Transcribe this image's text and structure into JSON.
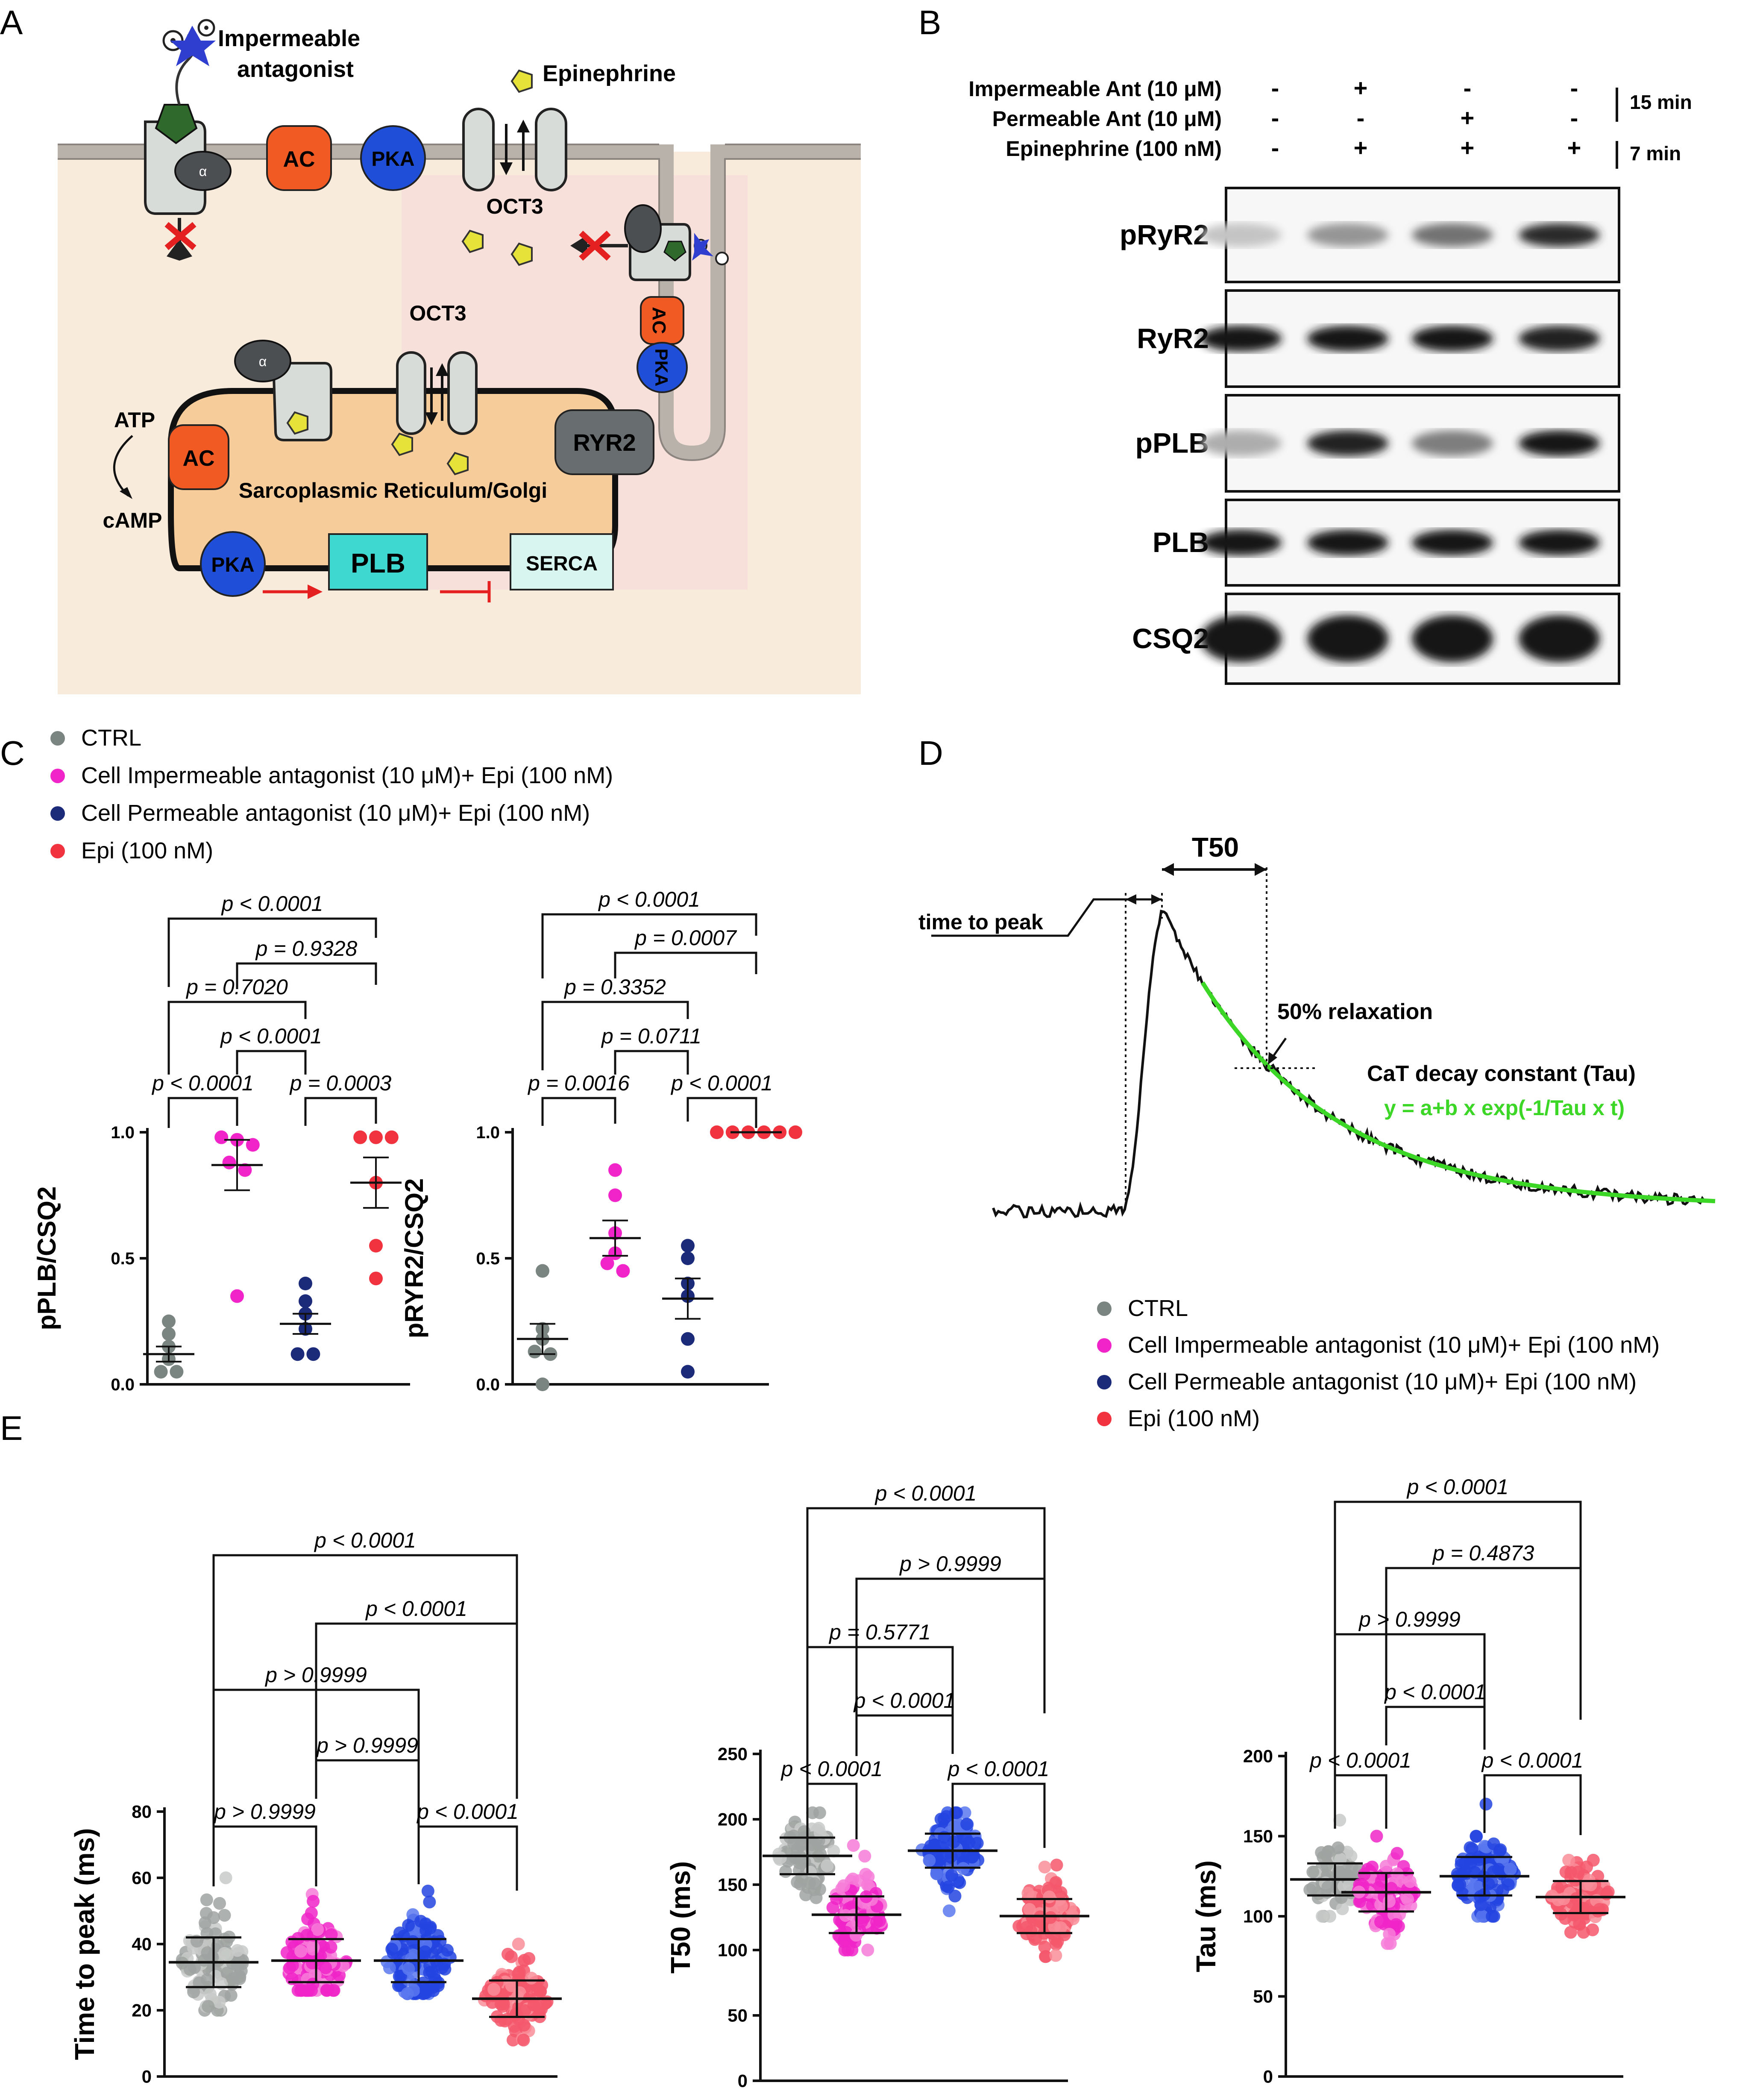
{
  "panel_letters": {
    "a": "A",
    "b": "B",
    "c": "C",
    "d": "D",
    "e": "E"
  },
  "colors": {
    "ctrl": "#7a8581",
    "imperm": "#f024c8",
    "perm": "#1c2a7a",
    "epi": "#f0333e",
    "ctrl_e": "#9fa3a1",
    "perm_e": "#2344e0",
    "epi_e": "#f4576b",
    "fit": "#3cd626",
    "ac": "#f25a24",
    "pka": "#1f4fd8",
    "plb": "#3fd8d0",
    "serca": "#d8f5f0",
    "ryr2": "#686d70",
    "sr": "#f6cc9a",
    "cell": "#f8ebdc"
  },
  "diagram": {
    "impermeable_antagonist": "Impermeable\nantagonist",
    "epinephrine": "Epinephrine",
    "ac": "AC",
    "pka": "PKA",
    "oct3": "OCT3",
    "alpha": "α",
    "atp": "ATP",
    "camp": "cAMP",
    "sr_label": "Sarcoplasmic Reticulum/Golgi",
    "ryr2": "RYR2",
    "plb": "PLB",
    "serca": "SERCA"
  },
  "blot": {
    "rows": [
      {
        "label": "Impermeable Ant (10 μM)",
        "signs": [
          "-",
          "+",
          "-",
          "-"
        ]
      },
      {
        "label": "Permeable Ant (10 μM)",
        "signs": [
          "-",
          "-",
          "+",
          "-"
        ]
      },
      {
        "label": "Epinephrine (100 nM)",
        "signs": [
          "-",
          "+",
          "+",
          "+"
        ]
      }
    ],
    "time_15": "15 min",
    "time_7": "7 min",
    "bands": [
      {
        "label": "pRyR2",
        "intensity": [
          0.25,
          0.45,
          0.6,
          0.9
        ]
      },
      {
        "label": "RyR2",
        "intensity": [
          1,
          1,
          1,
          0.95
        ]
      },
      {
        "label": "pPLB",
        "intensity": [
          0.35,
          0.95,
          0.55,
          1
        ]
      },
      {
        "label": "PLB",
        "intensity": [
          1,
          1,
          1,
          1
        ]
      },
      {
        "label": "CSQ2",
        "intensity": [
          1,
          1,
          1,
          1
        ]
      }
    ]
  },
  "legend_c": [
    "CTRL",
    "Cell Impermeable antagonist (10 μM)+ Epi (100 nM)",
    "Cell Permeable antagonist (10 μM)+ Epi (100 nM)",
    "Epi (100 nM)"
  ],
  "legend_d": [
    "CTRL",
    "Cell Impermeable antagonist (10 μM)+ Epi (100 nM)",
    "Cell Permeable antagonist (10 μM)+ Epi (100 nM)",
    "Epi (100 nM)"
  ],
  "trace": {
    "t50": "T50",
    "time_to_peak": "time to peak",
    "relax": "50% relaxation",
    "tau_label": "CaT decay constant (Tau)",
    "equation": "y = a+b x exp(-1/Tau x t)"
  },
  "chart_data": [
    {
      "type": "scatter",
      "id": "pplb",
      "ylabel": "pPLB/CSQ2",
      "ylim": [
        0,
        1.0
      ],
      "yticks": [
        "0.0",
        "0.5",
        "1.0"
      ],
      "groups": [
        {
          "name": "CTRL",
          "points": [
            0.25,
            0.2,
            0.15,
            0.1,
            0.05,
            0.05
          ],
          "mean": 0.12,
          "sem": 0.03
        },
        {
          "name": "Impermeable",
          "points": [
            0.98,
            0.97,
            0.95,
            0.88,
            0.85,
            0.35
          ],
          "mean": 0.87,
          "sem": 0.1
        },
        {
          "name": "Permeable",
          "points": [
            0.4,
            0.33,
            0.28,
            0.22,
            0.12,
            0.12
          ],
          "mean": 0.24,
          "sem": 0.04
        },
        {
          "name": "Epi",
          "points": [
            0.98,
            0.98,
            0.98,
            0.8,
            0.55,
            0.42
          ],
          "mean": 0.8,
          "sem": 0.1
        }
      ],
      "comparisons": [
        {
          "from": 0,
          "to": 3,
          "text": "p < 0.0001"
        },
        {
          "from": 1,
          "to": 3,
          "text": "p = 0.9328"
        },
        {
          "from": 0,
          "to": 2,
          "text": "p = 0.7020"
        },
        {
          "from": 1,
          "to": 2,
          "text": "p < 0.0001"
        },
        {
          "from": 0,
          "to": 1,
          "text": "p < 0.0001"
        },
        {
          "from": 2,
          "to": 3,
          "text": "p = 0.0003"
        }
      ]
    },
    {
      "type": "scatter",
      "id": "pryr2",
      "ylabel": "pRYR2/CSQ2",
      "ylim": [
        0,
        1.0
      ],
      "yticks": [
        "0.0",
        "0.5",
        "1.0"
      ],
      "groups": [
        {
          "name": "CTRL",
          "points": [
            0.45,
            0.22,
            0.18,
            0.13,
            0.12,
            0.0
          ],
          "mean": 0.18,
          "sem": 0.06
        },
        {
          "name": "Impermeable",
          "points": [
            0.85,
            0.75,
            0.6,
            0.52,
            0.48,
            0.45
          ],
          "mean": 0.58,
          "sem": 0.07
        },
        {
          "name": "Permeable",
          "points": [
            0.55,
            0.5,
            0.4,
            0.35,
            0.18,
            0.05
          ],
          "mean": 0.34,
          "sem": 0.08
        },
        {
          "name": "Epi",
          "points": [
            1,
            1,
            1,
            1,
            1,
            1
          ],
          "mean": 1,
          "sem": 0
        }
      ],
      "comparisons": [
        {
          "from": 0,
          "to": 3,
          "text": "p < 0.0001"
        },
        {
          "from": 1,
          "to": 3,
          "text": "p = 0.0007"
        },
        {
          "from": 0,
          "to": 2,
          "text": "p = 0.3352"
        },
        {
          "from": 1,
          "to": 2,
          "text": "p = 0.0711"
        },
        {
          "from": 0,
          "to": 1,
          "text": "p = 0.0016"
        },
        {
          "from": 2,
          "to": 3,
          "text": "p < 0.0001"
        }
      ]
    },
    {
      "type": "scatter",
      "id": "ttp",
      "ylabel": "Time to peak (ms)",
      "ylim": [
        0,
        80
      ],
      "yticks": [
        "0",
        "20",
        "40",
        "60",
        "80"
      ],
      "groups": [
        {
          "name": "CTRL",
          "mean": 34.5,
          "sd": 7.5,
          "min": 20,
          "max": 60,
          "n": 110
        },
        {
          "name": "Impermeable",
          "mean": 35,
          "sd": 6.5,
          "min": 26,
          "max": 55,
          "n": 110
        },
        {
          "name": "Permeable",
          "mean": 35,
          "sd": 6.5,
          "min": 25,
          "max": 56,
          "n": 120
        },
        {
          "name": "Epi",
          "mean": 23.5,
          "sd": 5.5,
          "min": 11,
          "max": 40,
          "n": 110
        }
      ],
      "comparisons": [
        {
          "from": 0,
          "to": 3,
          "text": "p < 0.0001"
        },
        {
          "from": 1,
          "to": 3,
          "text": "p < 0.0001"
        },
        {
          "from": 0,
          "to": 2,
          "text": "p > 0.9999"
        },
        {
          "from": 1,
          "to": 2,
          "text": "p > 0.9999"
        },
        {
          "from": 0,
          "to": 1,
          "text": "p > 0.9999"
        },
        {
          "from": 2,
          "to": 3,
          "text": "p < 0.0001"
        }
      ]
    },
    {
      "type": "scatter",
      "id": "t50",
      "ylabel": "T50  (ms)",
      "ylim": [
        0,
        250
      ],
      "yticks": [
        "0",
        "50",
        "100",
        "150",
        "200",
        "250"
      ],
      "groups": [
        {
          "name": "CTRL",
          "mean": 172,
          "sd": 14,
          "min": 140,
          "max": 205,
          "n": 100
        },
        {
          "name": "Impermeable",
          "mean": 127,
          "sd": 14,
          "min": 100,
          "max": 180,
          "n": 100
        },
        {
          "name": "Permeable",
          "mean": 176,
          "sd": 13,
          "min": 130,
          "max": 205,
          "n": 130
        },
        {
          "name": "Epi",
          "mean": 126,
          "sd": 13,
          "min": 95,
          "max": 165,
          "n": 110
        }
      ],
      "comparisons": [
        {
          "from": 0,
          "to": 3,
          "text": "p < 0.0001"
        },
        {
          "from": 1,
          "to": 3,
          "text": "p > 0.9999"
        },
        {
          "from": 0,
          "to": 2,
          "text": "p = 0.5771"
        },
        {
          "from": 1,
          "to": 2,
          "text": "p < 0.0001"
        },
        {
          "from": 0,
          "to": 1,
          "text": "p < 0.0001"
        },
        {
          "from": 2,
          "to": 3,
          "text": "p < 0.0001"
        }
      ]
    },
    {
      "type": "scatter",
      "id": "tau",
      "ylabel": "Tau (ms)",
      "ylim": [
        0,
        200
      ],
      "yticks": [
        "0",
        "50",
        "100",
        "150",
        "200"
      ],
      "groups": [
        {
          "name": "CTRL",
          "mean": 123,
          "sd": 10,
          "min": 100,
          "max": 160,
          "n": 90
        },
        {
          "name": "Impermeable",
          "mean": 115,
          "sd": 12,
          "min": 83,
          "max": 150,
          "n": 110
        },
        {
          "name": "Permeable",
          "mean": 125,
          "sd": 12,
          "min": 100,
          "max": 170,
          "n": 130
        },
        {
          "name": "Epi",
          "mean": 112,
          "sd": 10,
          "min": 90,
          "max": 135,
          "n": 110
        }
      ],
      "comparisons": [
        {
          "from": 0,
          "to": 3,
          "text": "p < 0.0001"
        },
        {
          "from": 1,
          "to": 3,
          "text": "p = 0.4873"
        },
        {
          "from": 0,
          "to": 2,
          "text": "p > 0.9999"
        },
        {
          "from": 1,
          "to": 2,
          "text": "p < 0.0001"
        },
        {
          "from": 0,
          "to": 1,
          "text": "p < 0.0001"
        },
        {
          "from": 2,
          "to": 3,
          "text": "p < 0.0001"
        }
      ]
    }
  ]
}
